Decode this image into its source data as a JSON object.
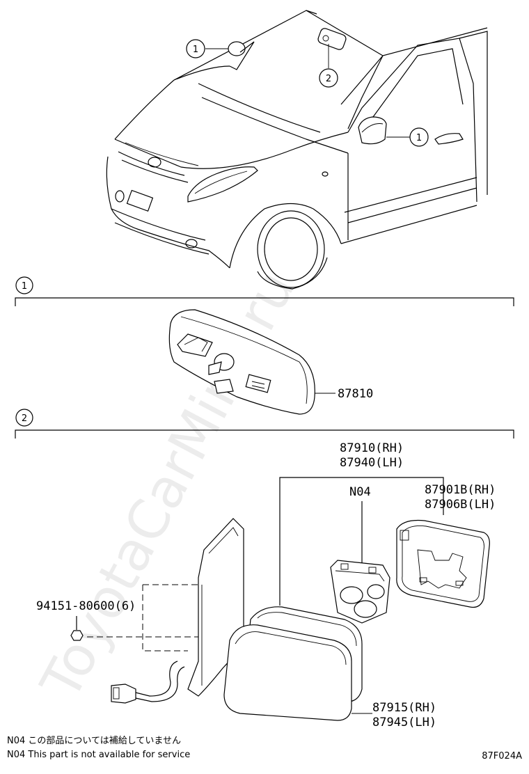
{
  "callouts": {
    "c1_windshield": "1",
    "c2_roof": "2",
    "c1_door": "1",
    "section1_marker": "1",
    "section2_marker": "2"
  },
  "parts": {
    "inner_mirror": "87810",
    "outer_mirror_rh": "87910(RH)",
    "outer_mirror_lh": "87940(LH)",
    "motor_code": "N04",
    "mirror_glass_rh": "87901B(RH)",
    "mirror_glass_lh": "87906B(LH)",
    "clip": "94151-80600(6)",
    "cover_rh": "87915(RH)",
    "cover_lh": "87945(LH)"
  },
  "notes": {
    "jp": "N04 この部品については補給していません",
    "en": "N04 This part is not available for service"
  },
  "figure_code": "87F024A",
  "watermark": "ToyotaCarMine.ru"
}
